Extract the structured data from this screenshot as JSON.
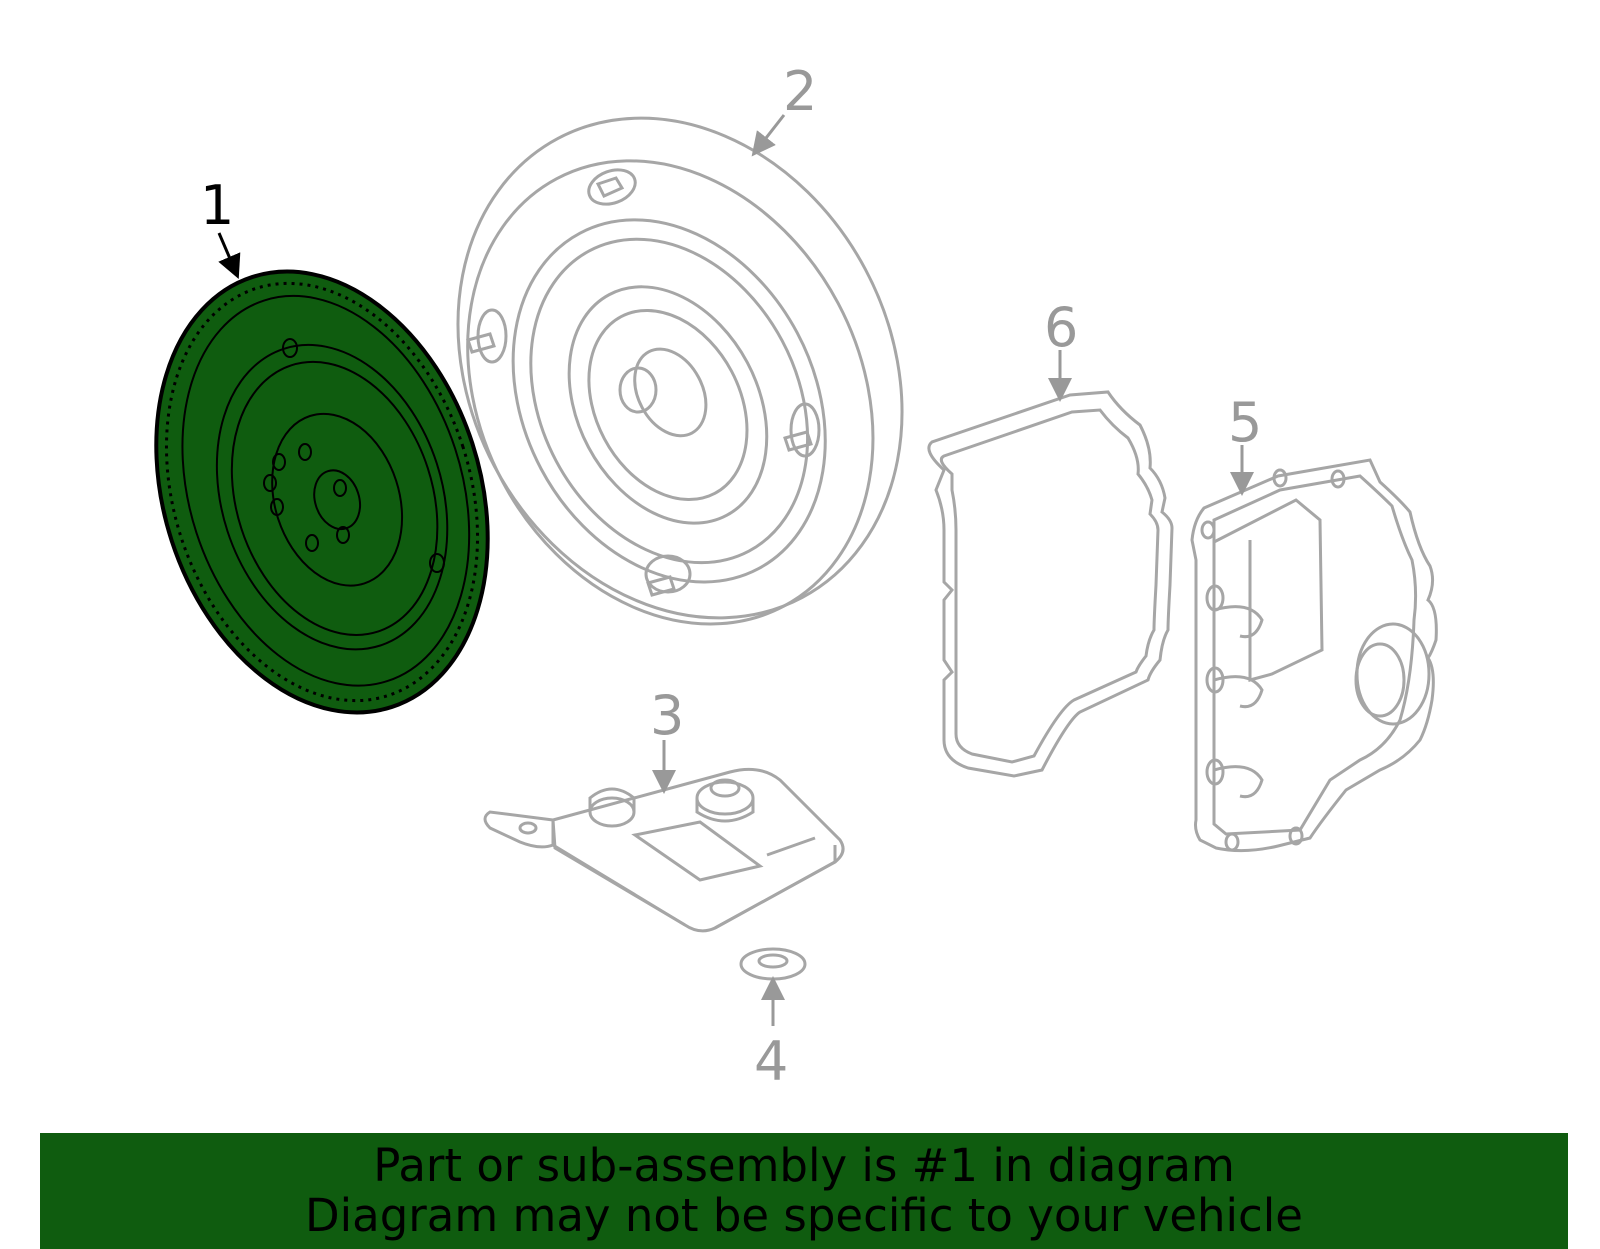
{
  "callouts": {
    "c1": "1",
    "c2": "2",
    "c3": "3",
    "c4": "4",
    "c5": "5",
    "c6": "6"
  },
  "highlighted_part": "1",
  "colors": {
    "highlight_fill": "#0f5c0f",
    "part_outline_gray": "#a6a6a6",
    "callout_gray": "#999999",
    "banner_bg": "#0f5c0f",
    "banner_text": "#000000"
  },
  "banner": {
    "line1": "Part or sub-assembly is #1 in diagram",
    "line2": "Diagram may not be specific to your vehicle"
  }
}
